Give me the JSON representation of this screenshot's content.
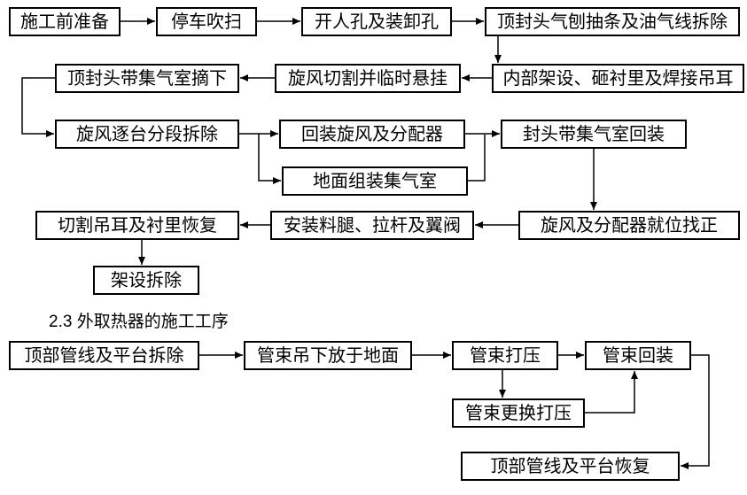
{
  "colors": {
    "ink": "#000000",
    "background": "#ffffff"
  },
  "boxes": {
    "prep": "施工前准备",
    "shutdown_purge": "停车吹扫",
    "open_manholes": "开人孔及装卸孔",
    "top_head_gouging": "顶封头气刨抽条及油气线拆除",
    "top_head_removal": "顶封头带集气室摘下",
    "cyclone_cutting": "旋风切割并临时悬挂",
    "internal_scaffolding": "内部架设、砸衬里及焊接吊耳",
    "cyclone_dismantling": "旋风逐台分段拆除",
    "cyclone_reinstall": "回装旋风及分配器",
    "head_reinstall": "封头带集气室回装",
    "ground_assembly": "地面组装集气室",
    "lug_lining_restore": "切割吊耳及衬里恢复",
    "diplegs_install": "安装料腿、拉杆及翼阀",
    "cyclone_positioning": "旋风及分配器就位找正",
    "scaffold_removal": "架设拆除",
    "top_piping_removal": "顶部管线及平台拆除",
    "bundle_lowering": "管束吊下放于地面",
    "bundle_pressure_test": "管束打压",
    "bundle_reinstall": "管束回装",
    "bundle_replace_test": "管束更换打压",
    "top_piping_restore": "顶部管线及平台恢复"
  },
  "labels": {
    "section_heading": "2.3 外取热器的施工工序"
  }
}
